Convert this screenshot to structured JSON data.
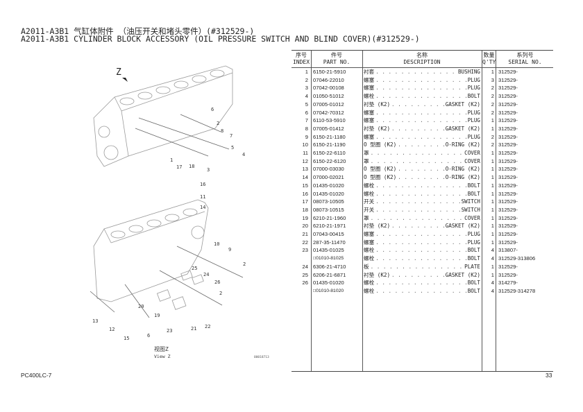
{
  "title_cn": "A2011-A3B1 气缸体附件 （油压开关和堵头零件）(#312529-)",
  "title_en": "A2011-A3B1 CYLINDER BLOCK ACCESSORY (OIL PRESSURE SWITCH AND BLIND COVER)(#312529-)",
  "headers": {
    "index_cn": "序号",
    "index_en": "INDEX",
    "part_cn": "件号",
    "part_en": "PART NO.",
    "desc_cn": "名称",
    "desc_en": "DESCRIPTION",
    "qty_cn": "数量",
    "qty_en": "Q'TY",
    "serial_cn": "系列号",
    "serial_en": "SERIAL NO."
  },
  "rows": [
    {
      "index": "1",
      "part": "6150-21-5910",
      "cn": "衬套",
      "en": "BUSHING",
      "qty": "1",
      "serial": "312529-"
    },
    {
      "index": "2",
      "part": "07046-22010",
      "cn": "螺塞",
      "en": "PLUG",
      "qty": "3",
      "serial": "312529-"
    },
    {
      "index": "3",
      "part": "07042-00108",
      "cn": "螺塞",
      "en": "PLUG",
      "qty": "2",
      "serial": "312529-"
    },
    {
      "index": "4",
      "part": "01050-51012",
      "cn": "螺栓",
      "en": "BOLT",
      "qty": "2",
      "serial": "312529-"
    },
    {
      "index": "5",
      "part": "07005-01012",
      "cn": "衬垫 (K2)",
      "en": "GASKET (K2)",
      "qty": "2",
      "serial": "312529-"
    },
    {
      "index": "6",
      "part": "07042-70312",
      "cn": "螺塞",
      "en": "PLUG",
      "qty": "2",
      "serial": "312529-"
    },
    {
      "index": "7",
      "part": "6110-53-5910",
      "cn": "螺塞",
      "en": "PLUG",
      "qty": "1",
      "serial": "312529-"
    },
    {
      "index": "8",
      "part": "07005-01412",
      "cn": "衬垫 (K2)",
      "en": "GASKET (K2)",
      "qty": "1",
      "serial": "312529-"
    },
    {
      "index": "9",
      "part": "6150-21-1180",
      "cn": "螺塞",
      "en": "PLUG",
      "qty": "2",
      "serial": "312529-"
    },
    {
      "index": "10",
      "part": "6150-21-1190",
      "cn": "O 型圈 (K2)",
      "en": "O-RING (K2)",
      "qty": "2",
      "serial": "312529-"
    },
    {
      "index": "11",
      "part": "6150-22-6110",
      "cn": "罩",
      "en": "COVER",
      "qty": "1",
      "serial": "312529-"
    },
    {
      "index": "12",
      "part": "6150-22-6120",
      "cn": "罩",
      "en": "COVER",
      "qty": "1",
      "serial": "312529-"
    },
    {
      "index": "13",
      "part": "07000-03030",
      "cn": "O 型圈 (K2)",
      "en": "O-RING (K2)",
      "qty": "1",
      "serial": "312529-"
    },
    {
      "index": "14",
      "part": "07000-02021",
      "cn": "O 型圈 (K2)",
      "en": "O-RING (K2)",
      "qty": "1",
      "serial": "312529-"
    },
    {
      "index": "15",
      "part": "01435-01020",
      "cn": "螺栓",
      "en": "BOLT",
      "qty": "1",
      "serial": "312529-"
    },
    {
      "index": "16",
      "part": "01435-01020",
      "cn": "螺栓",
      "en": "BOLT",
      "qty": "1",
      "serial": "312529-"
    },
    {
      "index": "17",
      "part": "08073-10505",
      "cn": "开关",
      "en": "SWITCH",
      "qty": "1",
      "serial": "312529-"
    },
    {
      "index": "18",
      "part": "08073-10515",
      "cn": "开关",
      "en": "SWITCH",
      "qty": "1",
      "serial": "312529-"
    },
    {
      "index": "19",
      "part": "6210-21-1960",
      "cn": "罩",
      "en": "COVER",
      "qty": "1",
      "serial": "312529-"
    },
    {
      "index": "20",
      "part": "6210-21-1971",
      "cn": "衬垫 (K2)",
      "en": "GASKET (K2)",
      "qty": "1",
      "serial": "312529-"
    },
    {
      "index": "21",
      "part": "07043-00415",
      "cn": "螺塞",
      "en": "PLUG",
      "qty": "1",
      "serial": "312529-"
    },
    {
      "index": "22",
      "part": "287-35-11470",
      "cn": "螺塞",
      "en": "PLUG",
      "qty": "1",
      "serial": "312529-"
    },
    {
      "index": "23",
      "part": "01435-01025",
      "cn": "螺栓",
      "en": "BOLT",
      "qty": "4",
      "serial": "313807-"
    },
    {
      "index": "",
      "part": "□01010-81025",
      "cn": "螺栓",
      "en": "BOLT",
      "qty": "4",
      "serial": "312529-313806"
    },
    {
      "index": "24",
      "part": "6306-21-4710",
      "cn": "板",
      "en": "PLATE",
      "qty": "1",
      "serial": "312529-"
    },
    {
      "index": "25",
      "part": "6206-21-6871",
      "cn": "衬垫 (K2)",
      "en": "GASKET (K2)",
      "qty": "1",
      "serial": "312529-"
    },
    {
      "index": "26",
      "part": "01435-01020",
      "cn": "螺栓",
      "en": "BOLT",
      "qty": "4",
      "serial": "314279-"
    },
    {
      "index": "",
      "part": "□01010-81020",
      "cn": "螺栓",
      "en": "BOLT",
      "qty": "4",
      "serial": "312529-314278"
    }
  ],
  "diagram": {
    "view_arrow_label": "Z",
    "top_callouts": [
      "6",
      "2",
      "8",
      "7",
      "5",
      "4",
      "1",
      "17",
      "18",
      "3"
    ],
    "bottom_callouts": [
      "16",
      "11",
      "14",
      "10",
      "9",
      "2",
      "25",
      "24",
      "26",
      "2",
      "20",
      "19",
      "13",
      "12",
      "15",
      "6",
      "23",
      "21",
      "22"
    ],
    "view_label_cn": "视图Z",
    "view_label_en": "View Z",
    "drawing_number": "00018713"
  },
  "footer": {
    "model": "PC400LC-7",
    "page": "33"
  }
}
